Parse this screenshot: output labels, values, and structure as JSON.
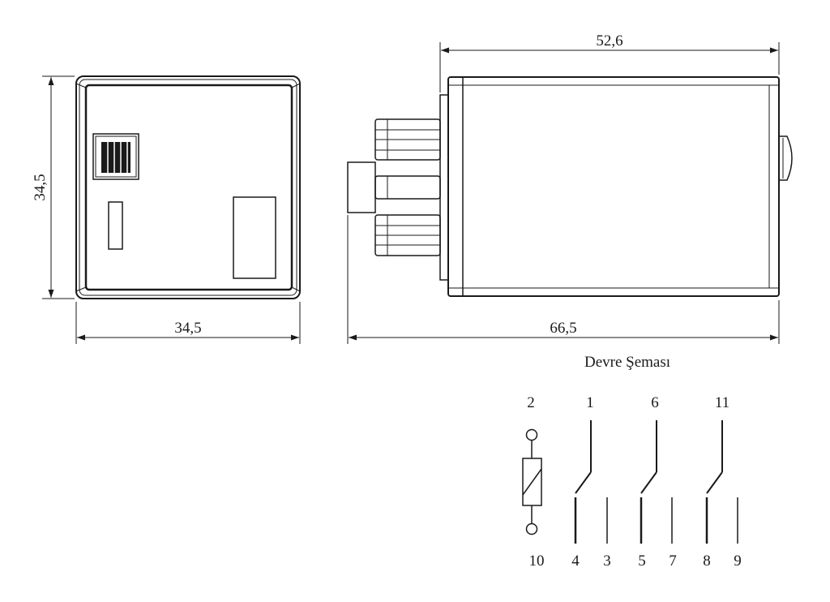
{
  "front_view": {
    "width_label": "34,5",
    "height_label": "34,5"
  },
  "side_view": {
    "body_length_label": "52,6",
    "total_length_label": "66,5"
  },
  "circuit": {
    "title": "Devre Şeması",
    "top_pins": [
      "2",
      "1",
      "6",
      "11"
    ],
    "bottom_pins": [
      "10",
      "4",
      "3",
      "5",
      "7",
      "8",
      "9"
    ]
  }
}
